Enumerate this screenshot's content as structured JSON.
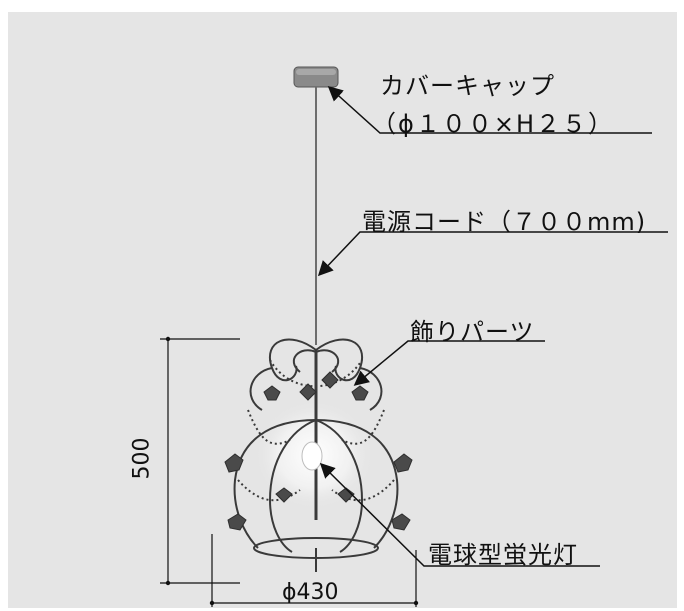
{
  "labels": {
    "cover_cap": "カバーキャップ",
    "cover_cap_dim": "（ϕ１００×H２５）",
    "power_cord": "電源コード（７００mm)",
    "decorative_parts": "飾りパーツ",
    "bulb": "電球型蛍光灯",
    "width_dim": "ϕ430",
    "height_dim": "500"
  },
  "colors": {
    "panel_bg": "#e5e5e5",
    "line": "#111111",
    "fixture_frame": "#3a3a3a",
    "fixture_leaf": "#4a4a4a",
    "bulb_glow": "#ffffff"
  }
}
